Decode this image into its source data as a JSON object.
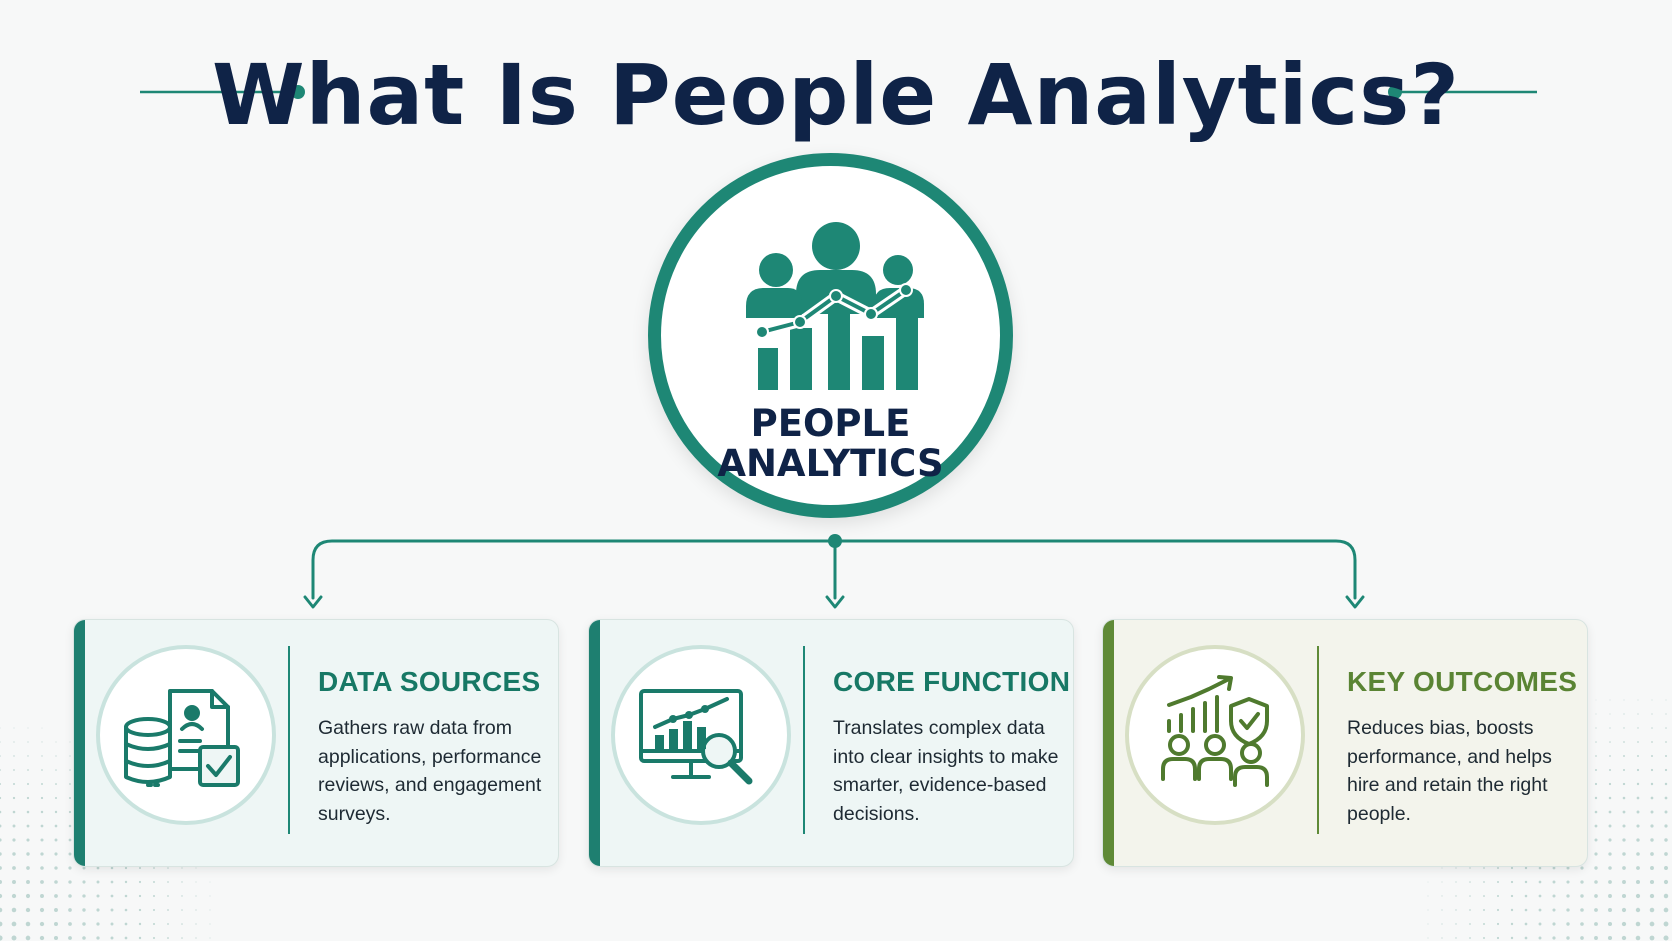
{
  "title": "What Is People Analytics?",
  "hub": {
    "label_line1": "PEOPLE",
    "label_line2": "ANALYTICS"
  },
  "cards": [
    {
      "heading": "DATA SOURCES",
      "body": "Gathers raw data from applications, performance reviews, and engagement surveys.",
      "icon": "database-document-check-icon"
    },
    {
      "heading": "CORE FUNCTION",
      "body": "Translates complex data into clear insights to make smarter, evidence-based decisions.",
      "icon": "monitor-chart-magnifier-icon"
    },
    {
      "heading": "KEY OUTCOMES",
      "body": "Reduces bias, boosts performance, and helps hire and retain the right people.",
      "icon": "growth-shield-team-icon"
    }
  ],
  "colors": {
    "title": "#0f2347",
    "teal": "#1e8775",
    "green": "#5f8a37",
    "background": "#f7f8f8"
  }
}
